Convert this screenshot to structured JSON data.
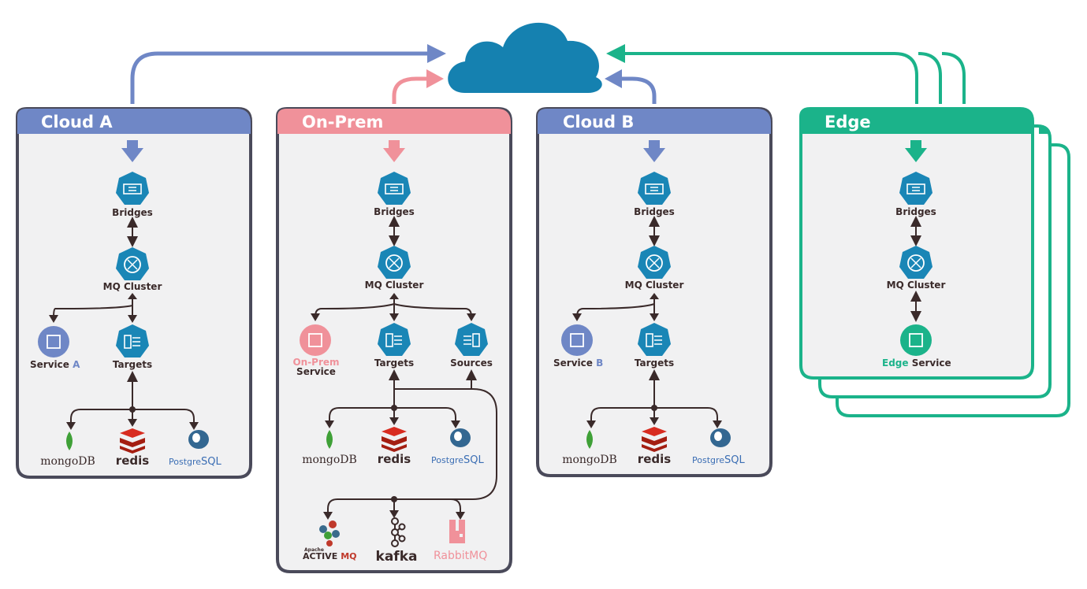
{
  "cloud_a": {
    "title": "Cloud A",
    "bridges": "Bridges",
    "mq_cluster": "MQ Cluster",
    "service_prefix": "Service ",
    "service_suffix": "A",
    "targets": "Targets",
    "db_mongo": "mongoDB",
    "db_redis": "redis",
    "db_pg_a": "Postgre",
    "db_pg_b": "SQL"
  },
  "on_prem": {
    "title": "On-Prem",
    "bridges": "Bridges",
    "mq_cluster": "MQ Cluster",
    "service_line1": "On-Prem",
    "service_line2": "Service",
    "targets": "Targets",
    "sources": "Sources",
    "db_mongo": "mongoDB",
    "db_redis": "redis",
    "db_pg_a": "Postgre",
    "db_pg_b": "SQL",
    "activemq_small": "Apache",
    "activemq_a": "ACTIVE",
    "activemq_b": "MQ",
    "kafka": "kafka",
    "rabbit_a": "Rabbit",
    "rabbit_b": "MQ"
  },
  "cloud_b": {
    "title": "Cloud B",
    "bridges": "Bridges",
    "mq_cluster": "MQ Cluster",
    "service_prefix": "Service ",
    "service_suffix": "B",
    "targets": "Targets",
    "db_mongo": "mongoDB",
    "db_redis": "redis",
    "db_pg_a": "Postgre",
    "db_pg_b": "SQL"
  },
  "edge": {
    "title": "Edge",
    "bridges": "Bridges",
    "mq_cluster": "MQ Cluster",
    "service_prefix": "Edge",
    "service_suffix": " Service"
  },
  "colors": {
    "cloud": "#1581b0",
    "cloud_a": "#6f87c6",
    "on_prem": "#f0919a",
    "cloud_b": "#6f87c6",
    "edge": "#1bb38a",
    "panel_bg": "#f1f1f2",
    "dark": "#3a2a2a",
    "icon": "#1a86b6"
  },
  "icons": [
    "cloud-icon",
    "bridges-icon",
    "mq-cluster-icon",
    "service-chip-icon",
    "targets-icon",
    "sources-icon",
    "mongodb-leaf-icon",
    "redis-icon",
    "postgresql-elephant-icon",
    "activemq-icon",
    "kafka-icon",
    "rabbitmq-icon"
  ]
}
